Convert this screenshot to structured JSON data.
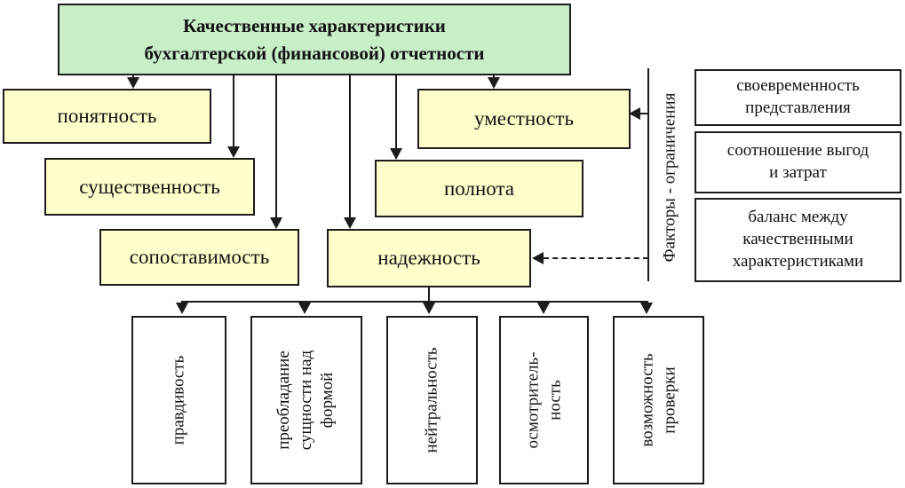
{
  "title": "Качественные характеристики\nбухгалтерской (финансовой) отчетности",
  "characteristics": [
    {
      "id": "ponyatnost",
      "label": "понятность"
    },
    {
      "id": "sushchestvennost",
      "label": "существенность"
    },
    {
      "id": "sopostavimost",
      "label": "сопоставимость"
    },
    {
      "id": "nadezhnost",
      "label": "надежность"
    },
    {
      "id": "polnota",
      "label": "полнота"
    },
    {
      "id": "umestnost",
      "label": "уместность"
    }
  ],
  "reliability_components": [
    {
      "label": "правдивость"
    },
    {
      "label": "преобладание\nсущности над\nформой"
    },
    {
      "label": "нейтральность"
    },
    {
      "label": "осмотритель-\nность"
    },
    {
      "label": "возможность\nпроверки"
    }
  ],
  "constraints": {
    "axis_label": "Факторы - ограничения",
    "items": [
      {
        "label": "своевременность\nпредставления"
      },
      {
        "label": "соотношение выгод\nи затрат"
      },
      {
        "label": "баланс между\nкачественными\nхарактеристиками"
      }
    ]
  },
  "colors": {
    "title_bg": "#c9efc9",
    "characteristic_bg": "#ffffcc",
    "constraint_bg": "#ffffff",
    "line": "#1c1c1c"
  }
}
